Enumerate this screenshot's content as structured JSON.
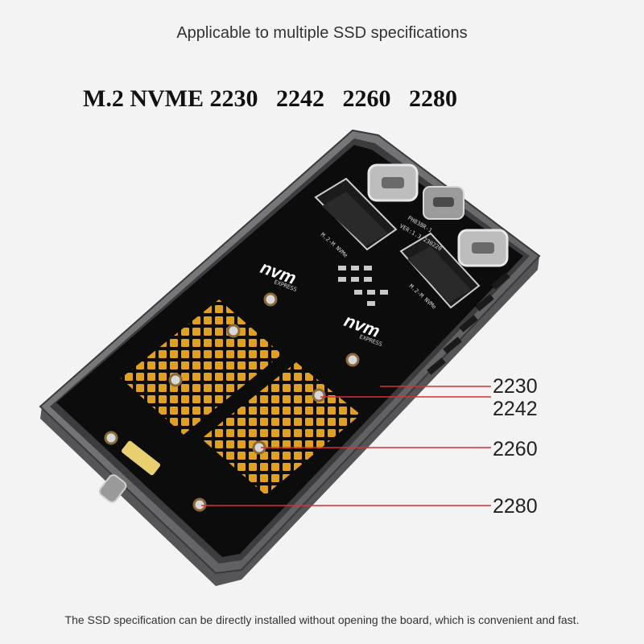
{
  "headline": "Applicable to multiple SSD specifications",
  "models_line": "M.2 NVME 2230   2242   2260   2280",
  "footer": "The SSD specification can be directly installed without opening the board, which is convenient and fast.",
  "size_labels": [
    "2230",
    "2242",
    "2260",
    "2280"
  ],
  "board": {
    "brand_a": "nvm",
    "brand_b": "nvm",
    "brand_sub": "EXPRESS",
    "slot_a_silk": "M.2-M NVMe",
    "slot_b_silk": "M.2-M NVMe",
    "pcb_model": "PH838R-1",
    "pcb_ver": "VER:1.3   230220"
  },
  "colors": {
    "background": "#f3f3f3",
    "enclosure": "#6e6e70",
    "pcb": "#0c0c0c",
    "gold_pads": "#e0a020",
    "leader_line": "#d83030"
  }
}
